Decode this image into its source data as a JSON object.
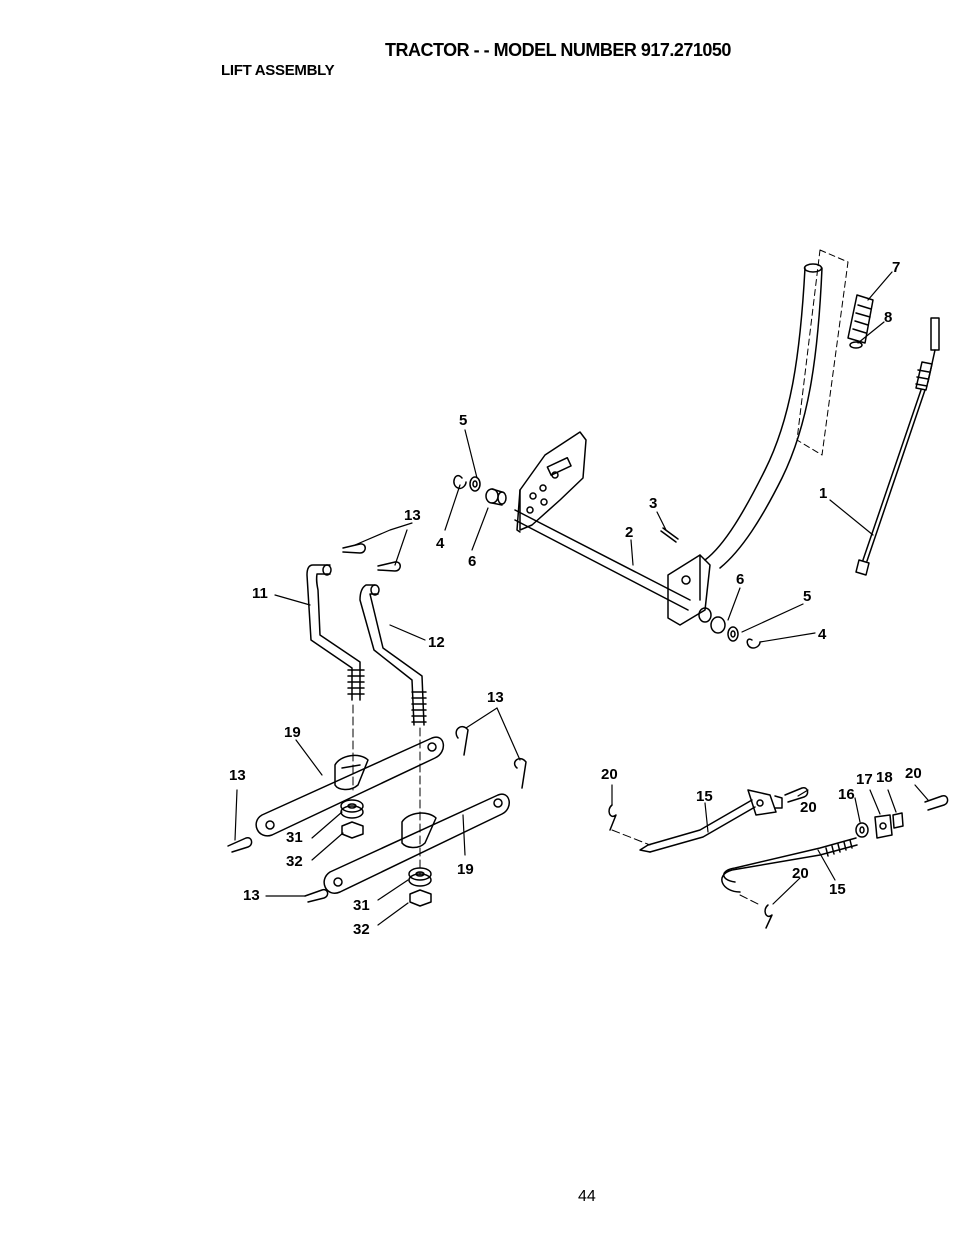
{
  "header": {
    "title": "TRACTOR - - MODEL NUMBER 917.271050",
    "subtitle": "LIFT ASSEMBLY"
  },
  "page_number": "44",
  "callouts": {
    "c1": "1",
    "c2": "2",
    "c3": "3",
    "c4a": "4",
    "c4b": "4",
    "c5a": "5",
    "c5b": "5",
    "c6a": "6",
    "c6b": "6",
    "c7": "7",
    "c8": "8",
    "c11": "11",
    "c12": "12",
    "c13a": "13",
    "c13b": "13",
    "c13c": "13",
    "c13d": "13",
    "c15a": "15",
    "c15b": "15",
    "c16": "16",
    "c17": "17",
    "c18": "18",
    "c19a": "19",
    "c19b": "19",
    "c20a": "20",
    "c20b": "20",
    "c20c": "20",
    "c20d": "20",
    "c31a": "31",
    "c31b": "31",
    "c32a": "32",
    "c32b": "32"
  }
}
